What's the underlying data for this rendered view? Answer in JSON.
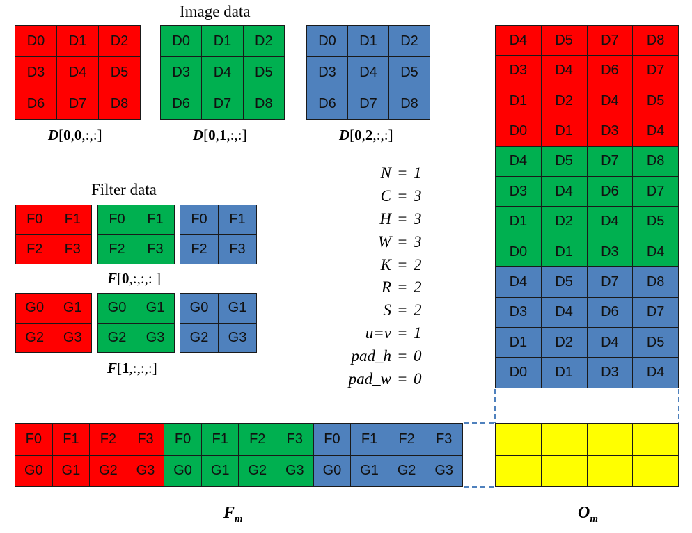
{
  "colors": {
    "red": "#ff0000",
    "green": "#00b050",
    "blue": "#4f81bd",
    "yellow": "#ffff00"
  },
  "headings": {
    "image_data": "Image data",
    "filter_data": "Filter data"
  },
  "image": {
    "cells": [
      [
        "D0",
        "D1",
        "D2"
      ],
      [
        "D3",
        "D4",
        "D5"
      ],
      [
        "D6",
        "D7",
        "D8"
      ]
    ],
    "captions": [
      {
        "var": "D",
        "open": "[",
        "a": "0",
        "sep": ",",
        "b": "0",
        "rest": ",:,:]"
      },
      {
        "var": "D",
        "open": "[",
        "a": "0",
        "sep": ",",
        "b": "1",
        "rest": ",:,:]"
      },
      {
        "var": "D",
        "open": "[",
        "a": "0",
        "sep": ",",
        "b": "2",
        "rest": ",:,:]"
      }
    ]
  },
  "filter": {
    "f_cells": [
      [
        "F0",
        "F1"
      ],
      [
        "F2",
        "F3"
      ]
    ],
    "g_cells": [
      [
        "G0",
        "G1"
      ],
      [
        "G2",
        "G3"
      ]
    ],
    "captions": [
      {
        "var": "F",
        "open": "[",
        "a": "0",
        "rest": ",:,:,: ]"
      },
      {
        "var": "F",
        "open": "[",
        "a": "1",
        "rest": ",:,:,:]"
      }
    ]
  },
  "params": [
    {
      "name": "N",
      "eq": "=",
      "val": "1"
    },
    {
      "name": "C",
      "eq": "=",
      "val": "3"
    },
    {
      "name": "H",
      "eq": "=",
      "val": "3"
    },
    {
      "name": "W",
      "eq": "=",
      "val": "3"
    },
    {
      "name": "K",
      "eq": "=",
      "val": "2"
    },
    {
      "name": "R",
      "eq": "=",
      "val": "2"
    },
    {
      "name": "S",
      "eq": "=",
      "val": "2"
    },
    {
      "name": "u=v",
      "eq": "=",
      "val": "1"
    },
    {
      "name": "pad_h",
      "eq": "=",
      "val": "0"
    },
    {
      "name": "pad_w",
      "eq": "=",
      "val": "0"
    }
  ],
  "im2col": {
    "rows": [
      [
        "D4",
        "D5",
        "D7",
        "D8"
      ],
      [
        "D3",
        "D4",
        "D6",
        "D7"
      ],
      [
        "D1",
        "D2",
        "D4",
        "D5"
      ],
      [
        "D0",
        "D1",
        "D3",
        "D4"
      ]
    ]
  },
  "fm": {
    "rows": [
      [
        "F0",
        "F1",
        "F2",
        "F3"
      ],
      [
        "G0",
        "G1",
        "G2",
        "G3"
      ]
    ],
    "label_var": "F",
    "label_sub": "m"
  },
  "om": {
    "label_var": "O",
    "label_sub": "m"
  }
}
